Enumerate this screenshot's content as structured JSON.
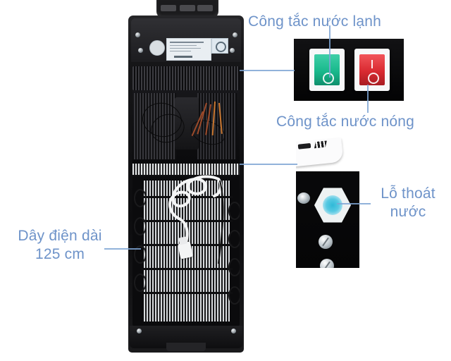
{
  "image": {
    "subject": "water-dispenser-rear-view",
    "background_color": "#ffffff",
    "annotation_color": "#6e93c9",
    "leader_color": "#7ea4d4"
  },
  "annotations": [
    {
      "id": "cold-water-switch",
      "label": "Công tắc nước lạnh",
      "position": "top-right"
    },
    {
      "id": "hot-water-switch",
      "label": "Công tắc nước nóng",
      "position": "middle-right"
    },
    {
      "id": "water-drain-hole",
      "label": "Lỗ thoát\nnước",
      "position": "right"
    },
    {
      "id": "power-cord-length",
      "label": "Dây điện dài\n125 cm",
      "position": "left"
    }
  ],
  "insets": {
    "switch_panel": {
      "name": "switch-panel-closeup",
      "switches": [
        {
          "id": "cold-switch",
          "color": "#19b98c",
          "symbol": "O",
          "state": "off"
        },
        {
          "id": "hot-switch",
          "color": "#d92a31",
          "symbol": "I O",
          "state": "off"
        }
      ]
    },
    "outlet_panel": {
      "name": "drain-outlet-closeup",
      "parts": [
        {
          "id": "drain-cap",
          "shape": "hexagon",
          "color": "#eef2f3"
        },
        {
          "id": "drain-hole",
          "color": "#2fb9d8"
        },
        {
          "id": "nozzle",
          "color": "#fbfbfc"
        }
      ]
    }
  },
  "product": {
    "name": "water-dispenser-rear",
    "parts": [
      {
        "id": "top-cap",
        "label": "top-cap"
      },
      {
        "id": "spec-label",
        "label": "spec-label"
      },
      {
        "id": "vent-grille",
        "label": "vent-grille"
      },
      {
        "id": "internal-components",
        "label": "internal-components"
      },
      {
        "id": "condenser-coil",
        "label": "condenser-coil"
      },
      {
        "id": "power-cord",
        "label": "power-cord"
      },
      {
        "id": "base-foot",
        "label": "base-foot"
      }
    ]
  }
}
